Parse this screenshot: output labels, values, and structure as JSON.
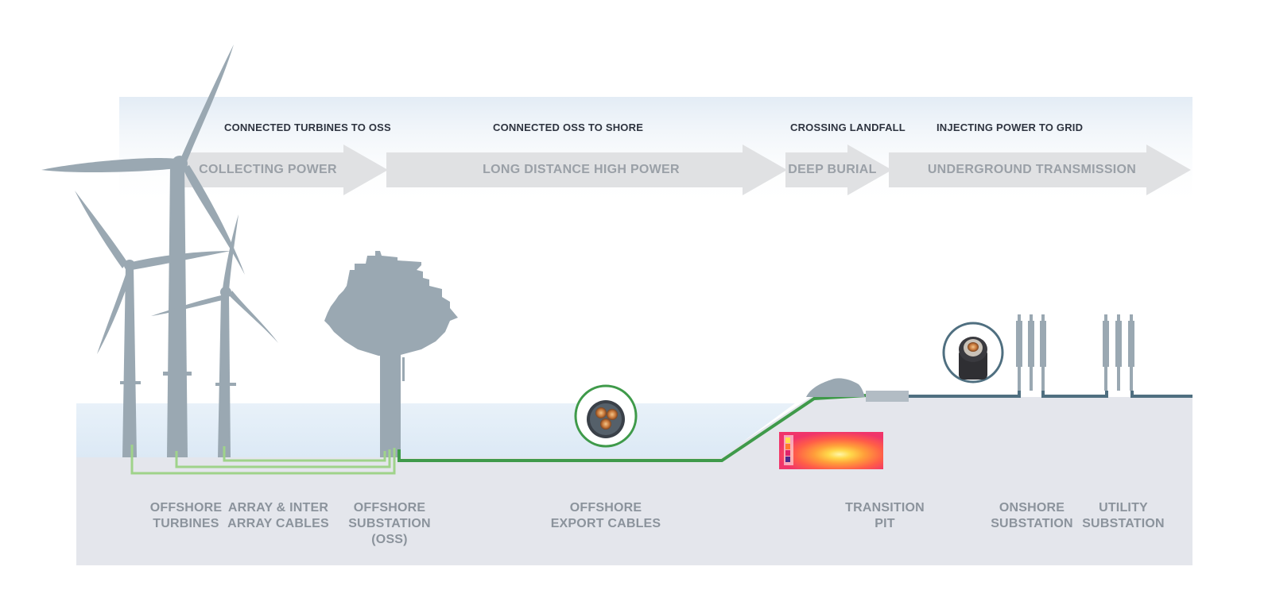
{
  "colors": {
    "sky_band": "#e6eef6",
    "arrow": "#e0e1e3",
    "sea": "#e2edf7",
    "seabed": "#e4e6ec",
    "structure": "#9aa8b2",
    "array_cable": "#9fd38a",
    "export_cable": "#3f9a4a",
    "onshore_cable": "#4f6f80"
  },
  "stages": [
    {
      "id": "collect",
      "heading": "CONNECTED TURBINES TO OSS",
      "label": "COLLECTING POWER"
    },
    {
      "id": "longdistance",
      "heading": "CONNECTED OSS TO SHORE",
      "label": "LONG DISTANCE HIGH POWER"
    },
    {
      "id": "burial",
      "heading": "CROSSING LANDFALL",
      "label": "DEEP BURIAL"
    },
    {
      "id": "underground",
      "heading": "INJECTING POWER TO GRID",
      "label": "UNDERGROUND TRANSMISSION"
    }
  ],
  "components": {
    "offshore_turbines": {
      "line1": "OFFSHORE",
      "line2": "TURBINES"
    },
    "array_cables": {
      "line1": "ARRAY & INTER",
      "line2": "ARRAY CABLES"
    },
    "offshore_substation": {
      "line1": "OFFSHORE",
      "line2": "SUBSTATION",
      "line3": "(OSS)"
    },
    "export_cables": {
      "line1": "OFFSHORE",
      "line2": "EXPORT CABLES"
    },
    "transition_pit": {
      "line1": "TRANSITION",
      "line2": "PIT"
    },
    "onshore_substation": {
      "line1": "ONSHORE",
      "line2": "SUBSTATION"
    },
    "utility_substation": {
      "line1": "UTILITY",
      "line2": "SUBSTATION"
    }
  },
  "icons": [
    "wind-turbine-icon",
    "offshore-platform-icon",
    "cable-cross-section-icon",
    "thermal-image-icon",
    "bushing-icon"
  ]
}
